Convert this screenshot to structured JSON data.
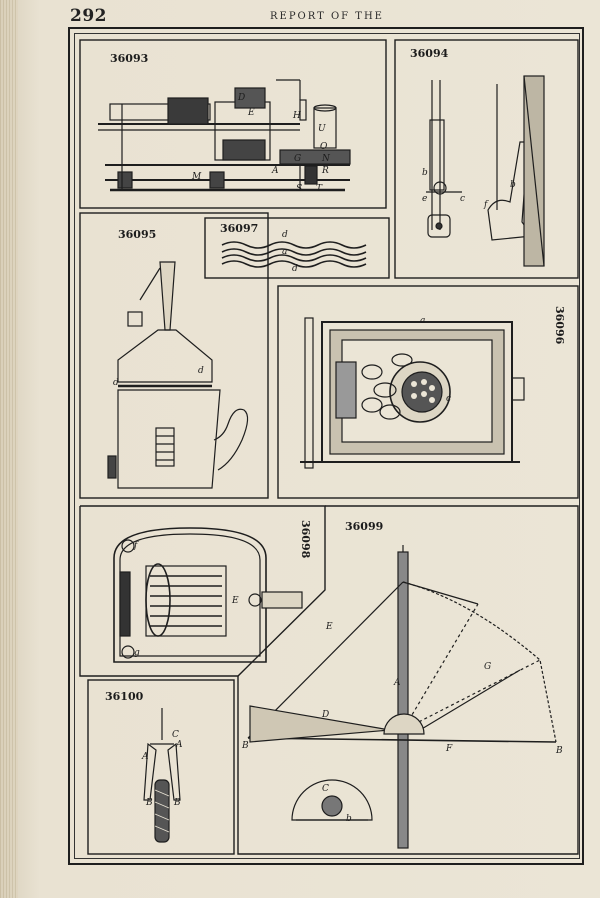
{
  "page": {
    "number": "292",
    "header": "REPORT OF THE"
  },
  "figures": {
    "f36093": {
      "number": "36093",
      "letters": [
        "D",
        "E",
        "H",
        "U",
        "O",
        "N",
        "R",
        "G",
        "A",
        "M",
        "S",
        "T"
      ]
    },
    "f36094": {
      "number": "36094",
      "letters": [
        "b",
        "e",
        "c",
        "f",
        "b"
      ]
    },
    "f36095": {
      "number": "36095",
      "letters": [
        "d",
        "d"
      ]
    },
    "f36096": {
      "number": "36096",
      "letters": [
        "a",
        "c"
      ]
    },
    "f36097": {
      "number": "36097",
      "letters": [
        "d",
        "a",
        "d"
      ]
    },
    "f36098": {
      "number": "36098",
      "letters": [
        "f",
        "g",
        "E"
      ]
    },
    "f36099": {
      "number": "36099",
      "letters": [
        "E",
        "G",
        "D",
        "A",
        "B",
        "F",
        "B",
        "C",
        "b"
      ]
    },
    "f36100": {
      "number": "36100",
      "letters": [
        "C",
        "A",
        "A",
        "B",
        "B"
      ]
    }
  }
}
